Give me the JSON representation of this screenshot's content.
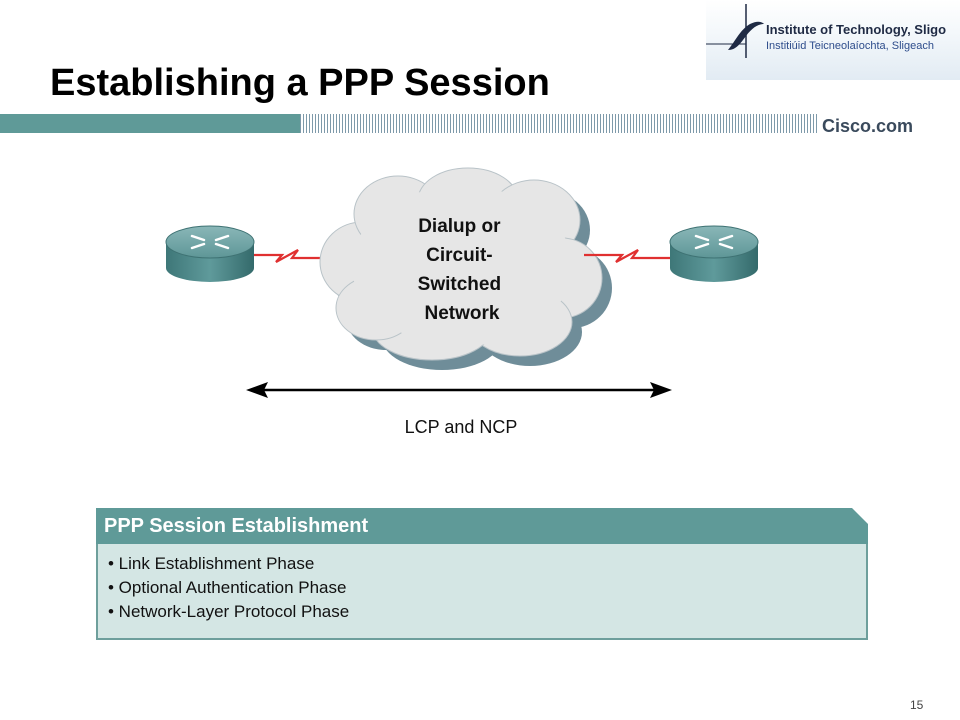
{
  "logo": {
    "line1": "Institute of Technology, Sligo",
    "line2": "Institiúid Teicneolaíochta, Sligeach"
  },
  "slide": {
    "title": "Establishing a PPP Session",
    "brand": "Cisco.com",
    "number": "15"
  },
  "diagram": {
    "cloud_label": [
      "Dialup or",
      "Circuit-",
      "Switched",
      "Network"
    ],
    "arrow_label": "LCP and NCP",
    "colors": {
      "router_body": "#4f8a8b",
      "router_top": "#6fa2a3",
      "link": "#e03030",
      "cloud_fill": "#e6e6e6",
      "cloud_shadow": "#6f8d99"
    }
  },
  "session_box": {
    "title": "PPP Session Establishment",
    "items": [
      "• Link Establishment Phase",
      "• Optional Authentication Phase",
      "• Network-Layer Protocol Phase"
    ],
    "colors": {
      "header": "#5f9a98",
      "body": "#d4e6e4"
    }
  }
}
